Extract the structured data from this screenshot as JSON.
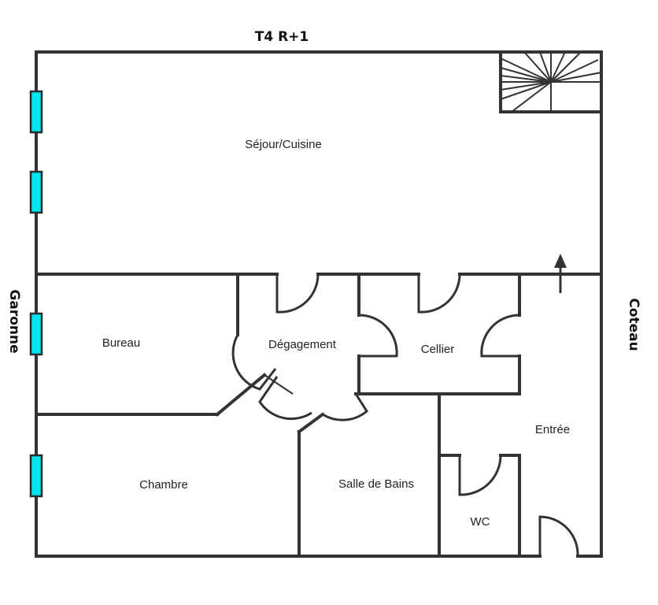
{
  "title": "T4 R+1",
  "sides": {
    "left": "Garonne",
    "right": "Coteau"
  },
  "rooms": {
    "sejour": "Séjour/Cuisine",
    "bureau": "Bureau",
    "degagement": "Dégagement",
    "cellier": "Cellier",
    "entree": "Entrée",
    "chambre": "Chambre",
    "salle_de_bains": "Salle de Bains",
    "wc": "WC"
  },
  "colors": {
    "walls": "#333333",
    "windows": "#00E5EE",
    "background": "#ffffff"
  },
  "icons": {
    "stairs": "staircase-icon",
    "entry_arrow": "arrow-up-icon"
  }
}
